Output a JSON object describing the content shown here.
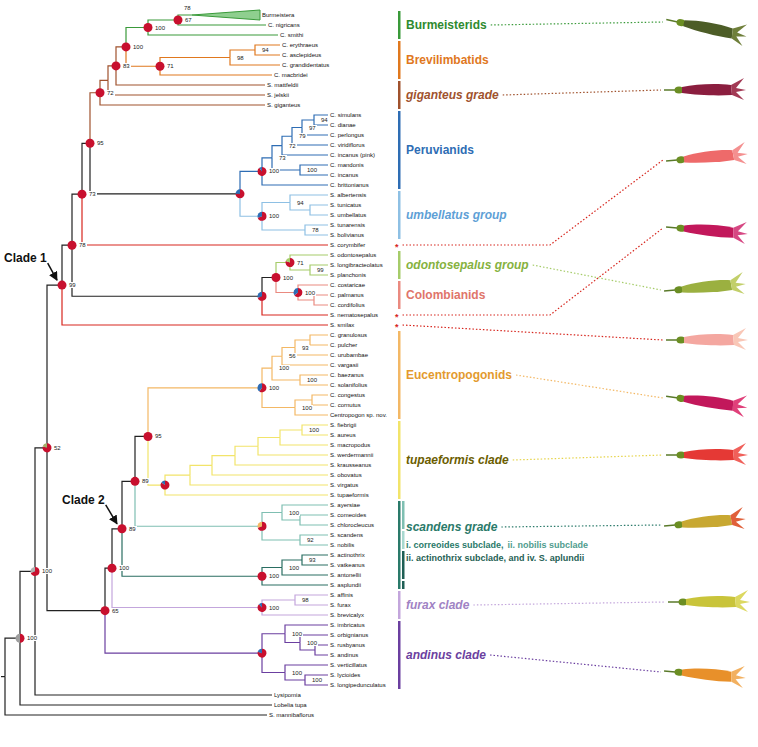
{
  "diagram": {
    "labels": [
      "Burmeistera",
      "C. nigricans",
      "C. smithi",
      "C. erythraeus",
      "C. asclepideus",
      "C. grandidentatus",
      "C. macbridei",
      "S. mattfeldii",
      "S. jelskii",
      "S. giganteus",
      "C. simulans",
      "C. dianae",
      "C. perlongus",
      "C. viridiflorus",
      "C. incanus (pink)",
      "C. mandonis",
      "C. incanus",
      "C. brittonianus",
      "S. albertensis",
      "S. tunicatus",
      "S. umbellatus",
      "S. tunarensis",
      "S. bolivianus",
      "S. corymbifer",
      "S. odontosepalus",
      "S. longibracteolatus",
      "S. planchonis",
      "C. costaricae",
      "C. palmanus",
      "C. cordifolius",
      "S. nematosepalus",
      "S. smilax",
      "C. granulosus",
      "C. pulcher",
      "C. urubambae",
      "C. vargasii",
      "C. baezanus",
      "C. solanifolius",
      "C. congestus",
      "C. cornutus",
      "Centropogon sp. nov.",
      "S. fiebrigii",
      "S. aureus",
      "S. macropodus",
      "S. werdermannii",
      "S. krausseanus",
      "S. obovatus",
      "S. virgatus",
      "S. tupaeformis",
      "S. ayersiae",
      "S. comeoides",
      "S. chlorocleucus",
      "S. scandens",
      "S. nobilis",
      "S. actinothrix",
      "S. vatkeanus",
      "S. antonellii",
      "S. asplundii",
      "S. affinis",
      "S. furax",
      "S. brevicalyx",
      "S. imbricatus",
      "S. orbignianus",
      "S. rusbyanus",
      "S. andinus",
      "S. verticillatus",
      "S. lycioides",
      "S. longipedunculatus",
      "Lysipomia",
      "Lobelia tupa",
      "S. mannibaflorus",
      "100",
      "100",
      "52",
      "99",
      "78",
      "73",
      "95",
      "72",
      "83",
      "100",
      "100",
      "67",
      "71",
      "98",
      "94",
      "100",
      "73",
      "72",
      "79",
      "97",
      "94",
      "100",
      "100",
      "94",
      "78",
      "100",
      "71",
      "99",
      "100",
      "65",
      "100",
      "89",
      "89",
      "95",
      "100",
      "100",
      "56",
      "93",
      "100",
      "100",
      "100",
      "100",
      "92",
      "100",
      "100",
      "93",
      "100",
      "98",
      "100",
      "100",
      "100",
      "100",
      "78",
      "Burmeisterids",
      "Brevilimbatids",
      "giganteus grade",
      "Peruvianids",
      "umbellatus group",
      "odontosepalus group",
      "Colombianids",
      "Eucentropogonids",
      "tupaeformis clade",
      "scandens grade",
      "i. correoides subclade,",
      "ii. nobilis subclade",
      "ii. actinothrix subclade, and iv. S. aplundii",
      "furax clade",
      "andinus clade",
      "*",
      "*",
      "*",
      "Clade 1",
      "Clade 2"
    ]
  }
}
